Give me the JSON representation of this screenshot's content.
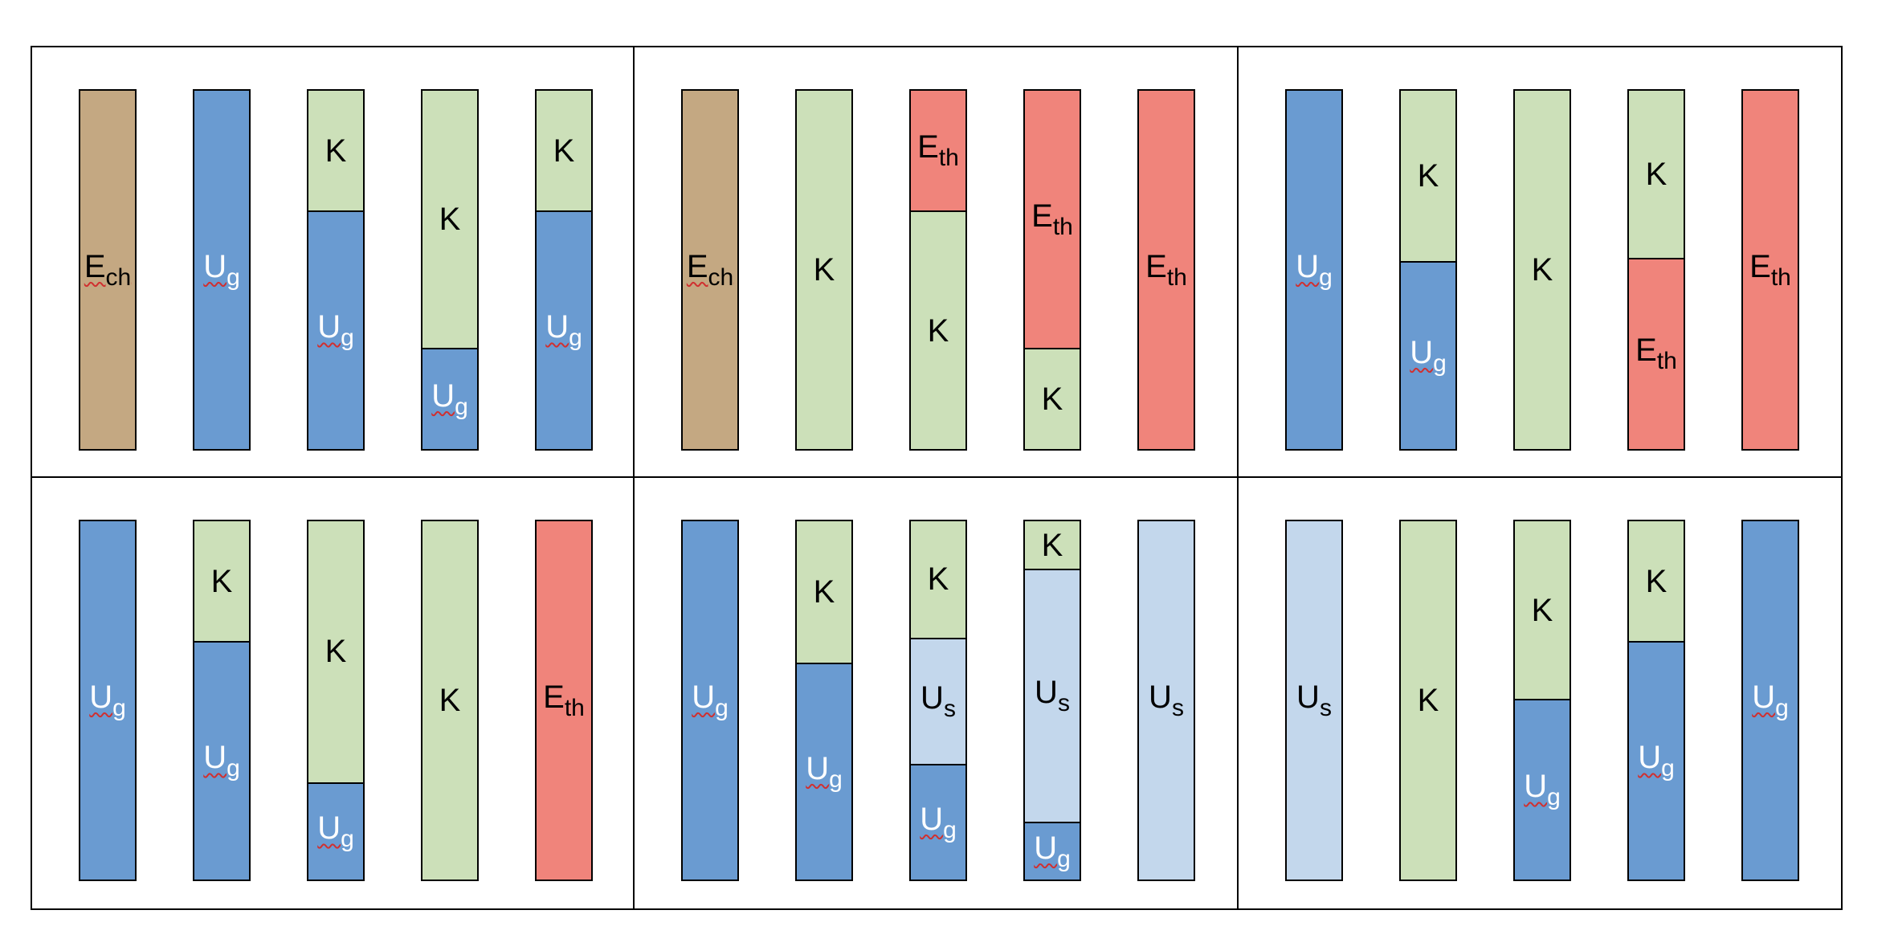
{
  "colors": {
    "Ech": "#c4a882",
    "Ug": "#6a9bd1",
    "K": "#cce0b9",
    "Eth": "#f0847b",
    "Us": "#c3d7ec"
  },
  "labels": {
    "Ech": {
      "main": "E",
      "sub": "ch"
    },
    "Ug": {
      "main": "U",
      "sub": "g"
    },
    "K": {
      "main": "K",
      "sub": ""
    },
    "Eth": {
      "main": "E",
      "sub": "th"
    },
    "Us": {
      "main": "U",
      "sub": "s"
    }
  },
  "panels": [
    {
      "bars": [
        {
          "segments": [
            {
              "type": "Ech",
              "fraction": 1
            }
          ]
        },
        {
          "segments": [
            {
              "type": "Ug",
              "fraction": 1
            }
          ]
        },
        {
          "segments": [
            {
              "type": "K",
              "fraction": 0.34
            },
            {
              "type": "Ug",
              "fraction": 0.66
            }
          ]
        },
        {
          "segments": [
            {
              "type": "K",
              "fraction": 0.72
            },
            {
              "type": "Ug",
              "fraction": 0.28
            }
          ]
        },
        {
          "segments": [
            {
              "type": "K",
              "fraction": 0.34
            },
            {
              "type": "Ug",
              "fraction": 0.66
            }
          ]
        }
      ]
    },
    {
      "bars": [
        {
          "segments": [
            {
              "type": "Ech",
              "fraction": 1
            }
          ]
        },
        {
          "segments": [
            {
              "type": "K",
              "fraction": 1
            }
          ]
        },
        {
          "segments": [
            {
              "type": "Eth",
              "fraction": 0.34
            },
            {
              "type": "K",
              "fraction": 0.66
            }
          ]
        },
        {
          "segments": [
            {
              "type": "Eth",
              "fraction": 0.72
            },
            {
              "type": "K",
              "fraction": 0.28
            }
          ]
        },
        {
          "segments": [
            {
              "type": "Eth",
              "fraction": 1
            }
          ]
        }
      ]
    },
    {
      "bars": [
        {
          "segments": [
            {
              "type": "Ug",
              "fraction": 1
            }
          ]
        },
        {
          "segments": [
            {
              "type": "K",
              "fraction": 0.48
            },
            {
              "type": "Ug",
              "fraction": 0.52
            }
          ]
        },
        {
          "segments": [
            {
              "type": "K",
              "fraction": 1
            }
          ]
        },
        {
          "segments": [
            {
              "type": "K",
              "fraction": 0.47
            },
            {
              "type": "Eth",
              "fraction": 0.53
            }
          ]
        },
        {
          "segments": [
            {
              "type": "Eth",
              "fraction": 1
            }
          ]
        }
      ]
    },
    {
      "bars": [
        {
          "segments": [
            {
              "type": "Ug",
              "fraction": 1
            }
          ]
        },
        {
          "segments": [
            {
              "type": "K",
              "fraction": 0.34
            },
            {
              "type": "Ug",
              "fraction": 0.66
            }
          ]
        },
        {
          "segments": [
            {
              "type": "K",
              "fraction": 0.73
            },
            {
              "type": "Ug",
              "fraction": 0.27
            }
          ]
        },
        {
          "segments": [
            {
              "type": "K",
              "fraction": 1
            }
          ]
        },
        {
          "segments": [
            {
              "type": "Eth",
              "fraction": 1
            }
          ]
        }
      ]
    },
    {
      "bars": [
        {
          "segments": [
            {
              "type": "Ug",
              "fraction": 1
            }
          ]
        },
        {
          "segments": [
            {
              "type": "K",
              "fraction": 0.4
            },
            {
              "type": "Ug",
              "fraction": 0.6
            }
          ]
        },
        {
          "segments": [
            {
              "type": "K",
              "fraction": 0.33
            },
            {
              "type": "Us",
              "fraction": 0.35
            },
            {
              "type": "Ug",
              "fraction": 0.32
            }
          ]
        },
        {
          "segments": [
            {
              "type": "K",
              "fraction": 0.14
            },
            {
              "type": "Us",
              "fraction": 0.7
            },
            {
              "type": "Ug",
              "fraction": 0.16
            }
          ]
        },
        {
          "segments": [
            {
              "type": "Us",
              "fraction": 1
            }
          ]
        }
      ]
    },
    {
      "bars": [
        {
          "segments": [
            {
              "type": "Us",
              "fraction": 1
            }
          ]
        },
        {
          "segments": [
            {
              "type": "K",
              "fraction": 1
            }
          ]
        },
        {
          "segments": [
            {
              "type": "K",
              "fraction": 0.5
            },
            {
              "type": "Ug",
              "fraction": 0.5
            }
          ]
        },
        {
          "segments": [
            {
              "type": "K",
              "fraction": 0.34
            },
            {
              "type": "Ug",
              "fraction": 0.66
            }
          ]
        },
        {
          "segments": [
            {
              "type": "Ug",
              "fraction": 1
            }
          ]
        }
      ]
    }
  ]
}
